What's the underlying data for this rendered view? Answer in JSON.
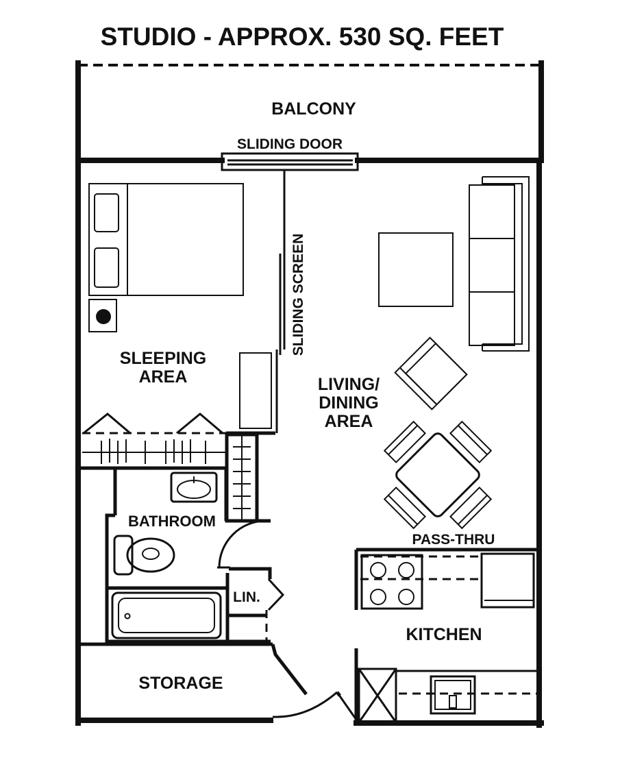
{
  "title": "STUDIO - APPROX. 530 SQ. FEET",
  "labels": {
    "balcony": "BALCONY",
    "sliding_door": "SLIDING DOOR",
    "sliding_screen": "SLIDING SCREEN",
    "sleeping_area_line1": "SLEEPING",
    "sleeping_area_line2": "AREA",
    "living_line1": "LIVING/",
    "living_line2": "DINING",
    "living_line3": "AREA",
    "bathroom": "BATHROOM",
    "pass_thru": "PASS-THRU",
    "linen": "LIN.",
    "kitchen": "KITCHEN",
    "storage": "STORAGE"
  },
  "colors": {
    "ink": "#111111",
    "paper": "#ffffff"
  }
}
